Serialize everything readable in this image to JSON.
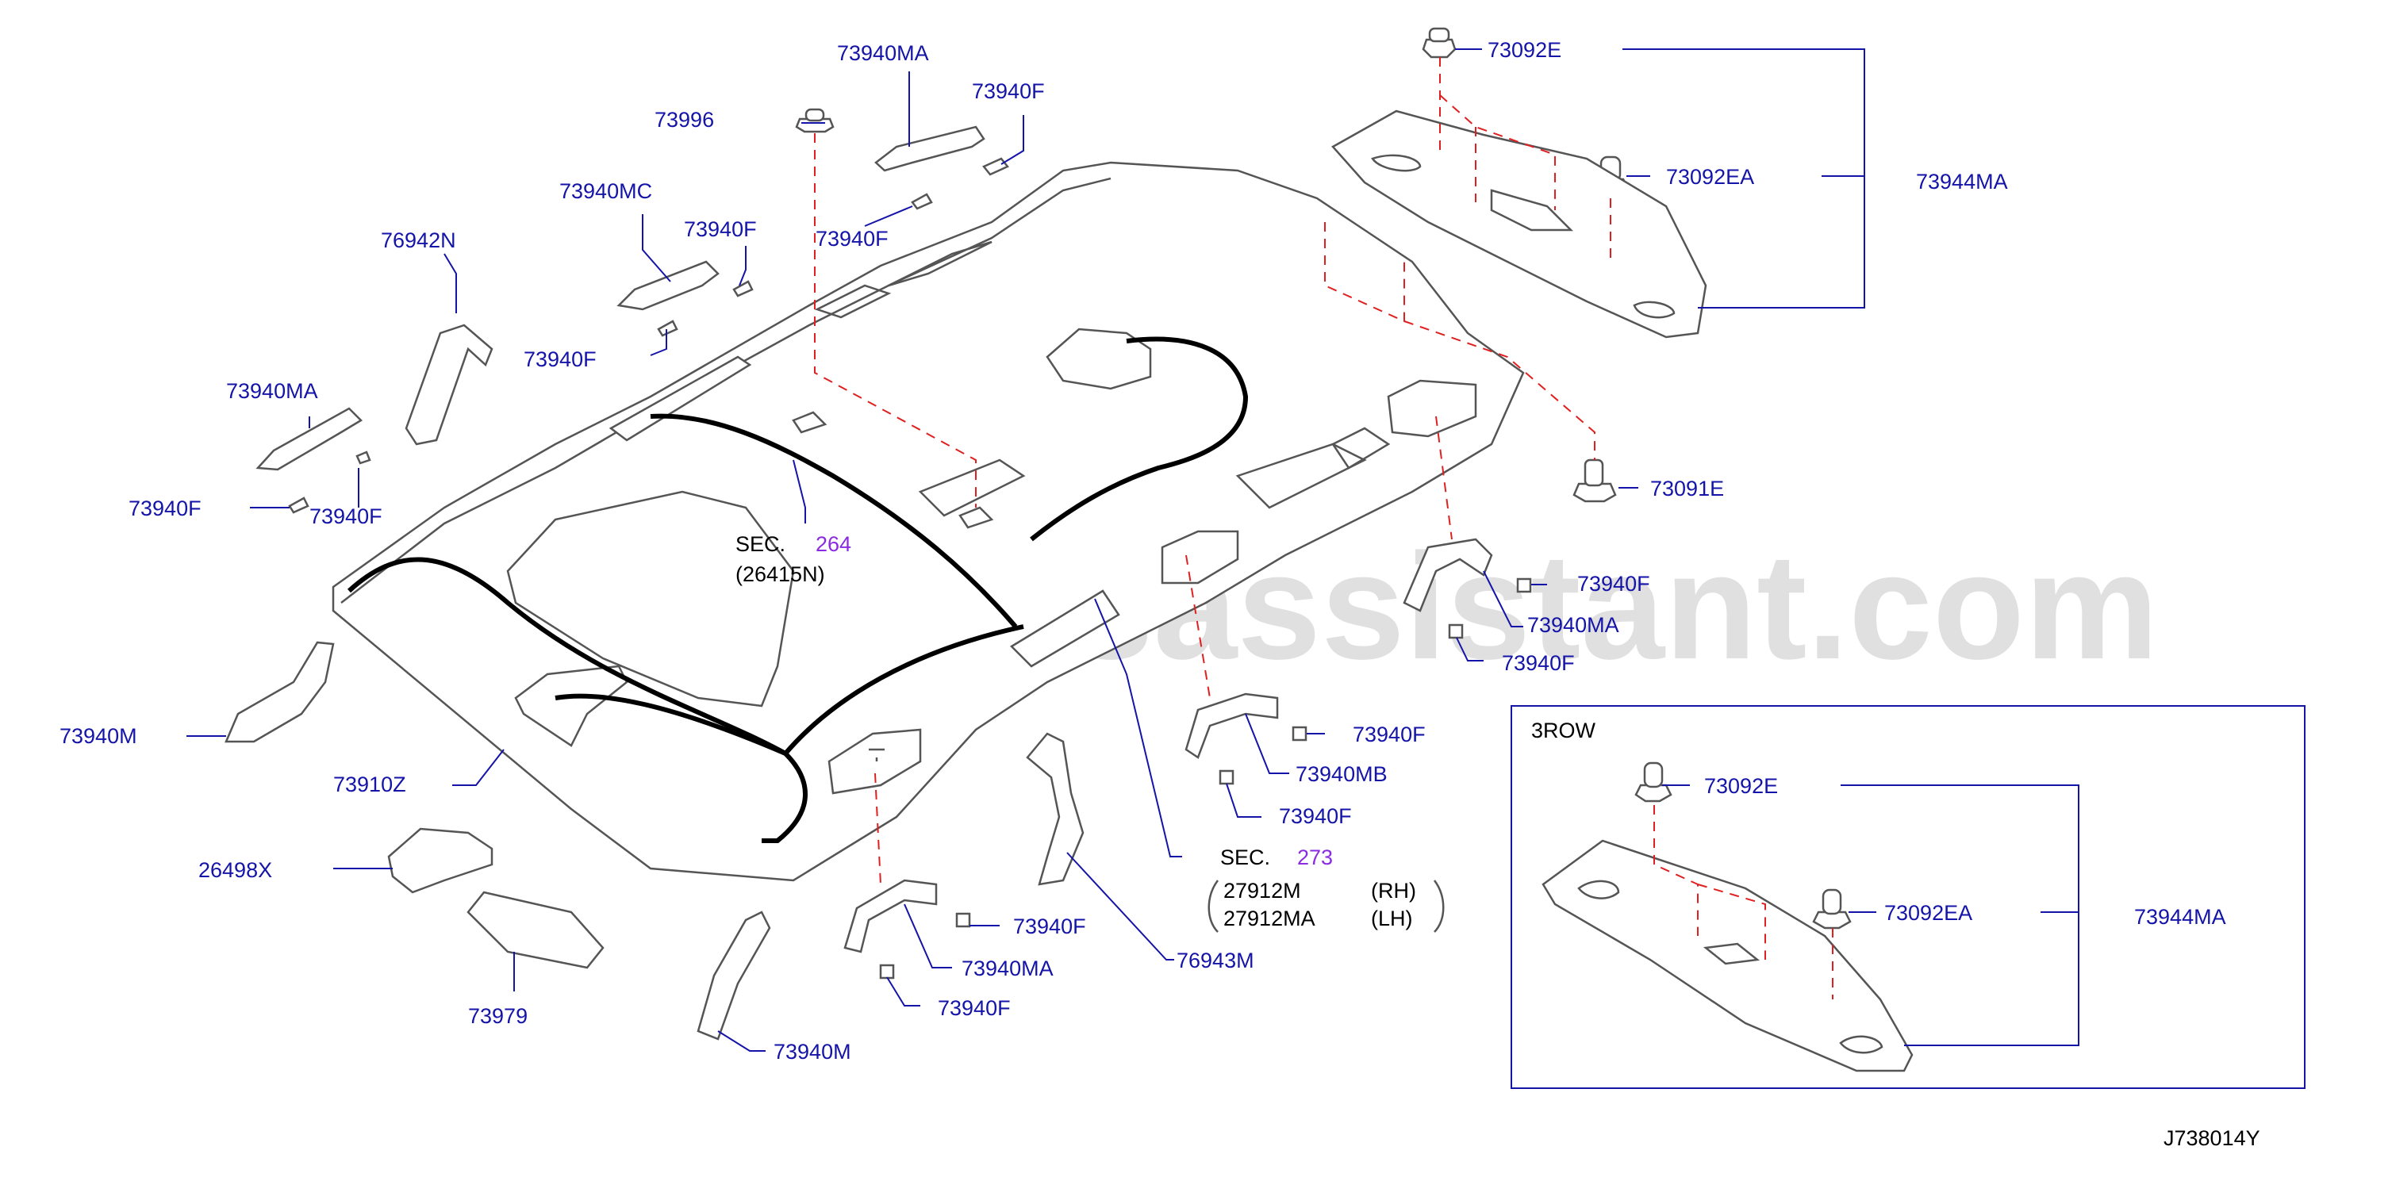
{
  "labels": {
    "p73092E": "73092E",
    "p73944MA": "73944MA",
    "p73092EA": "73092EA",
    "p73940MA_top": "73940MA",
    "p73940F_top": "73940F",
    "p73996": "73996",
    "p73940MC": "73940MC",
    "p73940F_mc": "73940F",
    "p73940F_mid": "73940F",
    "p76942N": "76942N",
    "p73940F_l1": "73940F",
    "p73940MA_left": "73940MA",
    "p73940F_l2": "73940F",
    "p73940F_l3": "73940F",
    "sec264_prefix": "SEC.",
    "sec264_num": "264",
    "sec264_part": "(26415N)",
    "p73091E": "73091E",
    "p73940F_r1": "73940F",
    "p73940MA_right": "73940MA",
    "p73940F_r2": "73940F",
    "p73940M_left": "73940M",
    "p73910Z": "73910Z",
    "p73940F_mb1": "73940F",
    "p73940MB": "73940MB",
    "p73940F_mb2": "73940F",
    "p26498X": "26498X",
    "sec273_prefix": "SEC.",
    "sec273_num": "273",
    "p27912M": "27912M",
    "rh": "(RH)",
    "p27912MA": "27912MA",
    "lh": "(LH)",
    "p73940F_b1": "73940F",
    "p73940MA_bottom": "73940MA",
    "p73940F_b2": "73940F",
    "p76943M": "76943M",
    "p73979": "73979",
    "p73940M_bottom": "73940M",
    "row3_title": "3ROW",
    "row3_73092E": "73092E",
    "row3_73092EA": "73092EA",
    "row3_73944MA": "73944MA",
    "diagram_id": "J738014Y",
    "watermark": "www.partsassistant.com"
  },
  "colors": {
    "label": "#1414a8",
    "leader": "#1414a8",
    "dashed": "#e02020",
    "section_number": "#8a2be2",
    "outline": "#555555"
  }
}
